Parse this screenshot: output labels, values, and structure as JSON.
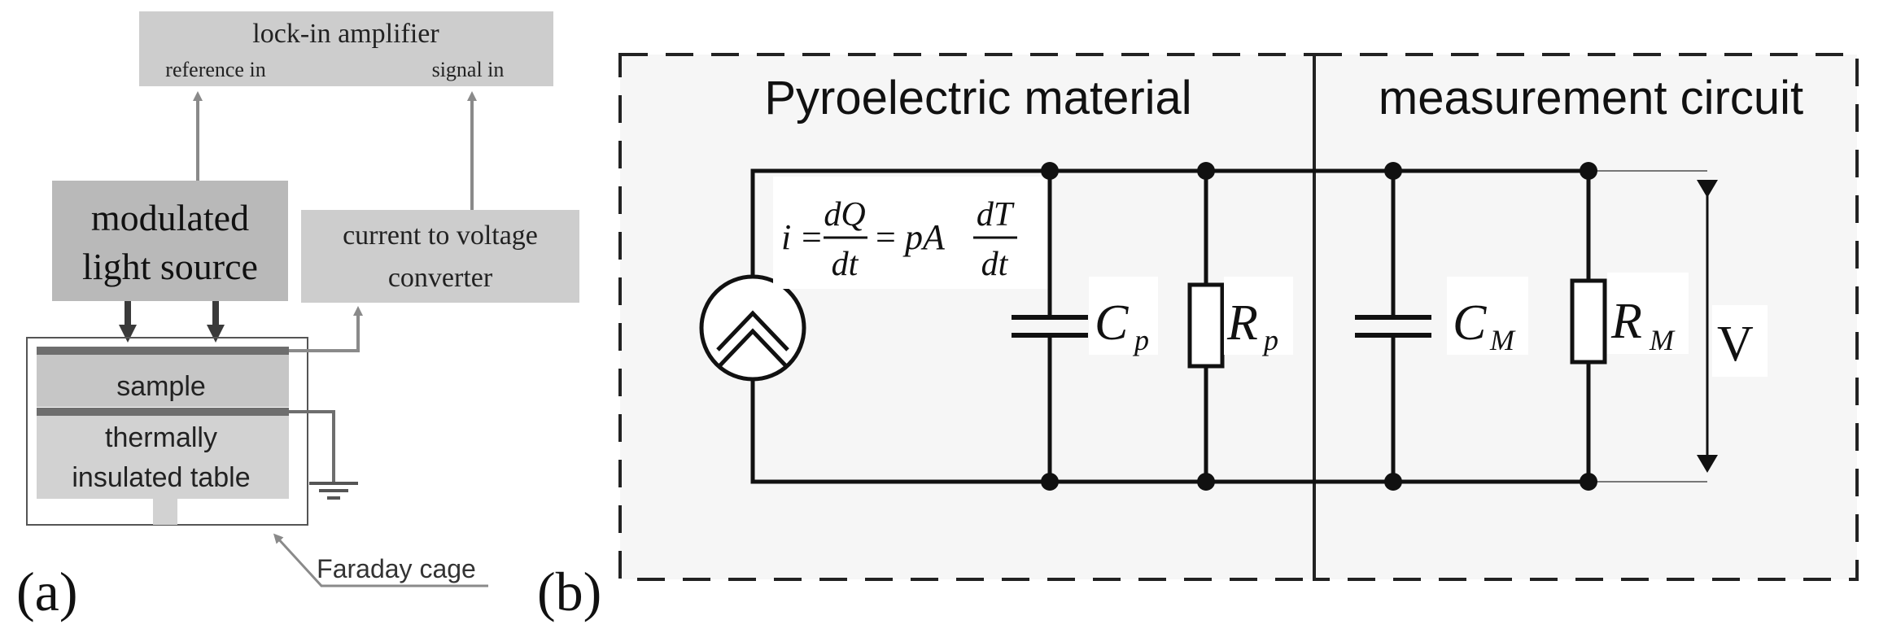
{
  "panel_a": {
    "label": "(a)",
    "lockin": {
      "title": "lock-in amplifier",
      "ref_in": "reference in",
      "signal_in": "signal in"
    },
    "light_source": {
      "line1": "modulated",
      "line2": "light source"
    },
    "converter": {
      "line1": "current to voltage",
      "line2": "converter"
    },
    "sample": "sample",
    "table": {
      "line1": "thermally",
      "line2": "insulated table"
    },
    "faraday": "Faraday cage"
  },
  "panel_b": {
    "label": "(b)",
    "left_title": "Pyroelectric material",
    "right_title": "measurement circuit",
    "equation": {
      "i": "i",
      "eq": "=",
      "dQ": "dQ",
      "dt": "dt",
      "pA": "pA",
      "dT": "dT"
    },
    "cp": {
      "main": "C",
      "sub": "p"
    },
    "rp": {
      "main": "R",
      "sub": "p"
    },
    "cm": {
      "main": "C",
      "sub": "M"
    },
    "rm": {
      "main": "R",
      "sub": "M"
    },
    "voltage": "V"
  },
  "colors": {
    "box_fill": "#cdcdcd",
    "dark_box_fill": "#b9b9b9",
    "arrow_gray": "#8a8a8a",
    "dark_arrow": "#3a3a3a",
    "wire": "#111111",
    "panel_bg": "#f6f6f6"
  }
}
